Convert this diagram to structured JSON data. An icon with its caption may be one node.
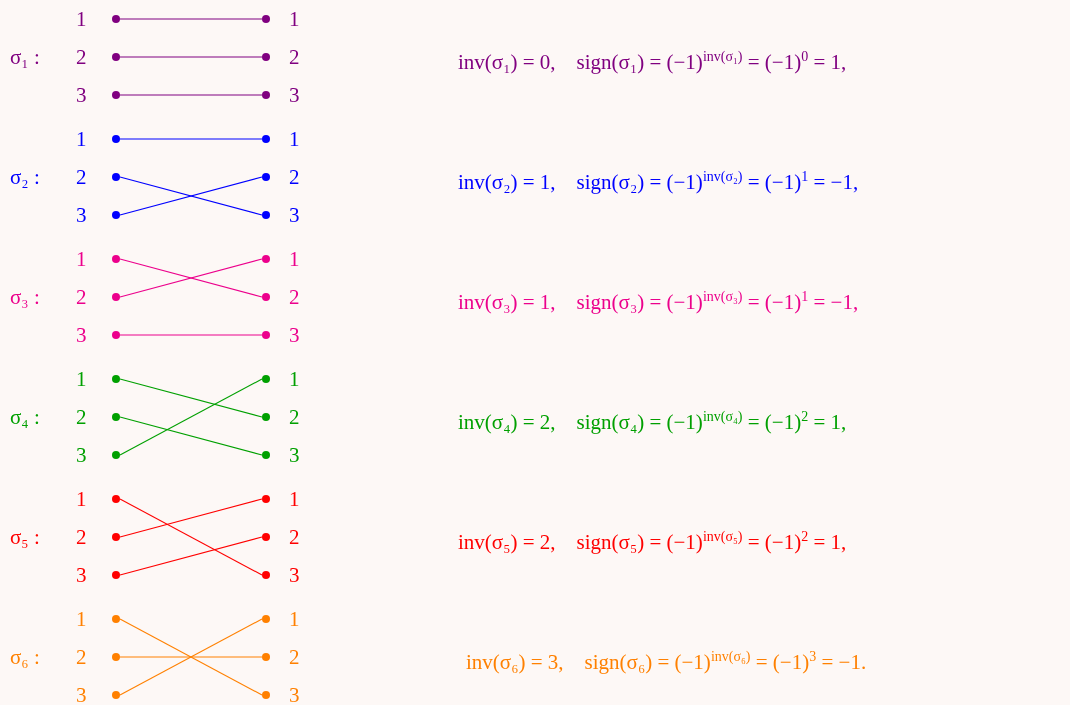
{
  "diagram": {
    "nodes": [
      {
        "text": [],
        "shape": "circle",
        "beside": [
          "1"
        ]
      },
      {
        "text": [],
        "shape": "circle",
        "beside": [
          "2"
        ]
      },
      {
        "text": [],
        "shape": "circle",
        "beside": [
          "3"
        ]
      },
      {
        "text": [],
        "shape": "circle",
        "beside": [
          "1"
        ]
      },
      {
        "text": [],
        "shape": "circle",
        "beside": [
          "2"
        ]
      },
      {
        "text": [],
        "shape": "circle",
        "beside": [
          "3"
        ]
      },
      {
        "text": [],
        "shape": "circle",
        "beside": [
          "1"
        ]
      },
      {
        "text": [],
        "shape": "circle",
        "beside": [
          "2"
        ]
      },
      {
        "text": [],
        "shape": "circle",
        "beside": [
          "3"
        ]
      },
      {
        "text": [],
        "shape": "circle",
        "beside": [
          "1"
        ]
      },
      {
        "text": [],
        "shape": "circle",
        "beside": [
          "2"
        ]
      },
      {
        "text": [],
        "shape": "circle",
        "beside": [
          "3"
        ]
      },
      {
        "text": [],
        "shape": "circle",
        "beside": [
          "1"
        ]
      },
      {
        "text": [],
        "shape": "circle",
        "beside": [
          "2"
        ]
      },
      {
        "text": [],
        "shape": "circle",
        "beside": [
          "3"
        ]
      },
      {
        "text": [],
        "shape": "circle",
        "beside": [
          "1"
        ]
      },
      {
        "text": [],
        "shape": "circle",
        "beside": [
          "2"
        ]
      },
      {
        "text": [],
        "shape": "circle",
        "beside": [
          "3"
        ]
      },
      {
        "text": [],
        "shape": "circle",
        "beside": [
          "1"
        ]
      },
      {
        "text": [],
        "shape": "circle",
        "beside": [
          "2"
        ]
      },
      {
        "text": [],
        "shape": "circle",
        "beside": [
          "3"
        ]
      },
      {
        "text": [],
        "shape": "circle",
        "beside": [
          "1"
        ]
      },
      {
        "text": [],
        "shape": "circle",
        "beside": [
          "2"
        ]
      },
      {
        "text": [],
        "shape": "circle",
        "beside": [
          "3"
        ]
      },
      {
        "text": [],
        "shape": "circle",
        "beside": [
          "1"
        ]
      },
      {
        "text": [],
        "shape": "circle",
        "beside": [
          "2"
        ]
      },
      {
        "text": [],
        "shape": "circle",
        "beside": [
          "3"
        ]
      },
      {
        "text": [],
        "shape": "circle",
        "beside": [
          "1"
        ]
      },
      {
        "text": [],
        "shape": "circle",
        "beside": [
          "2"
        ]
      },
      {
        "text": [],
        "shape": "circle",
        "beside": [
          "3"
        ]
      },
      {
        "text": [],
        "shape": "circle",
        "beside": [
          "1"
        ]
      },
      {
        "text": [],
        "shape": "circle",
        "beside": [
          "2"
        ]
      },
      {
        "text": [],
        "shape": "circle",
        "beside": [
          "3"
        ]
      },
      {
        "text": [],
        "shape": "circle",
        "beside": [
          "1"
        ]
      },
      {
        "text": [],
        "shape": "circle",
        "beside": [
          "2"
        ]
      },
      {
        "text": [],
        "shape": "circle",
        "beside": [
          "3"
        ]
      }
    ],
    "edges": [
      {
        "from": 0,
        "to": 3,
        "arrow": "none",
        "color": "#800080"
      },
      {
        "from": 1,
        "to": 4,
        "arrow": "none",
        "color": "#800080"
      },
      {
        "from": 2,
        "to": 5,
        "arrow": "none",
        "color": "#800080"
      },
      {
        "from": 6,
        "to": 9,
        "arrow": "none",
        "color": "#0000ff"
      },
      {
        "from": 7,
        "to": 11,
        "arrow": "none",
        "color": "#0000ff"
      },
      {
        "from": 8,
        "to": 10,
        "arrow": "none",
        "color": "#0000ff"
      },
      {
        "from": 12,
        "to": 16,
        "arrow": "none",
        "color": "#ec008c"
      },
      {
        "from": 13,
        "to": 15,
        "arrow": "none",
        "color": "#ec008c"
      },
      {
        "from": 14,
        "to": 17,
        "arrow": "none",
        "color": "#ec008c"
      },
      {
        "from": 18,
        "to": 22,
        "arrow": "none",
        "color": "#00a000"
      },
      {
        "from": 19,
        "to": 23,
        "arrow": "none",
        "color": "#00a000"
      },
      {
        "from": 20,
        "to": 21,
        "arrow": "none",
        "color": "#00a000"
      },
      {
        "from": 24,
        "to": 29,
        "arrow": "none",
        "color": "#ff0000"
      },
      {
        "from": 25,
        "to": 27,
        "arrow": "none",
        "color": "#ff0000"
      },
      {
        "from": 26,
        "to": 28,
        "arrow": "none",
        "color": "#ff0000"
      },
      {
        "from": 30,
        "to": 35,
        "arrow": "none",
        "color": "#ff8000"
      },
      {
        "from": 31,
        "to": 34,
        "arrow": "none",
        "color": "#ff8000"
      },
      {
        "from": 32,
        "to": 33,
        "arrow": "none",
        "color": "#ff8000"
      }
    ],
    "labels": [
      "σ₁ :",
      "inv(σ₁) = 0,    sign(σ₁) = (−1)$^{inv(σ₁)}$ = (−1)$^{0}$ = 1,",
      "σ₂ :",
      "inv(σ₂) = 1,    sign(σ₂) = (−1)$^{inv(σ₂)}$ = (−1)$^{1}$ = −1,",
      "σ₃ :",
      "inv(σ₃) = 1,    sign(σ₃) = (−1)$^{inv(σ₃)}$ = (−1)$^{1}$ = −1,",
      "σ₄ :",
      "inv(σ₄) = 2,    sign(σ₄) = (−1)$^{inv(σ₄)}$ = (−1)$^{2}$ = 1,",
      "σ₅ :",
      "inv(σ₅) = 2,    sign(σ₅) = (−1)$^{inv(σ₅)}$ = (−1)$^{2}$ = 1,",
      "σ₆ :",
      "inv(σ₆) = 3,    sign(σ₆) = (−1)$^{inv(σ₆)}$ = (−1)$^{3}$ = −1."
    ]
  }
}
